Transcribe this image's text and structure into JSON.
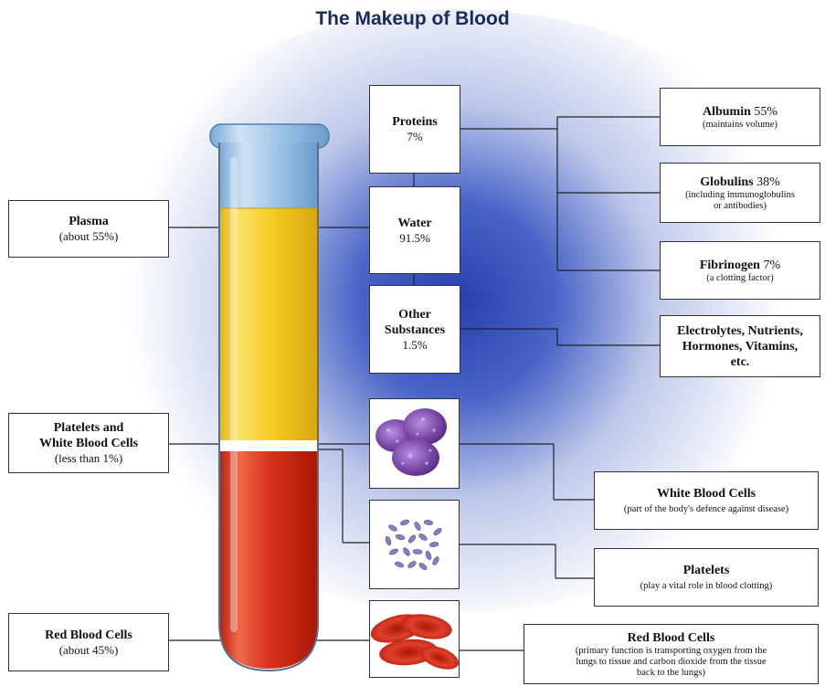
{
  "title": "The Makeup of Blood",
  "left": {
    "plasma": {
      "label": "Plasma",
      "sub": "(about 55%)"
    },
    "platelets_wbc": {
      "label_line1": "Platelets and",
      "label_line2": "White Blood Cells",
      "sub": "(less than 1%)"
    },
    "rbc": {
      "label": "Red Blood Cells",
      "sub": "(about 45%)"
    }
  },
  "middle": {
    "proteins": {
      "label": "Proteins",
      "value": "7%"
    },
    "water": {
      "label": "Water",
      "value": "91.5%"
    },
    "other": {
      "label_line1": "Other",
      "label_line2": "Substances",
      "value": "1.5%"
    }
  },
  "right": {
    "albumin": {
      "name": "Albumin",
      "pct": "55%",
      "desc": "(maintains volume)"
    },
    "globulins": {
      "name": "Globulins",
      "pct": "38%",
      "desc_line1": "(including immunoglobulins",
      "desc_line2": "or antibodies)"
    },
    "fibrinogen": {
      "name": "Fibrinogen",
      "pct": "7%",
      "desc": "(a clotting factor)"
    },
    "electrolytes": {
      "line1": "Electrolytes, Nutrients,",
      "line2": "Hormones, Vitamins,",
      "line3": "etc."
    },
    "wbc": {
      "label": "White Blood Cells",
      "desc": "(part of the body's defence against disease)"
    },
    "platelets": {
      "label": "Platelets",
      "desc": "(play a vital role in blood clotting)"
    },
    "rbc": {
      "label": "Red Blood Cells",
      "desc_line1": "(primary function is transporting oxygen from the",
      "desc_line2": "lungs to tissue and carbon dioxide from the tissue",
      "desc_line3": "back to the lungs)"
    }
  },
  "colors": {
    "plasma": "#f2cc1c",
    "red_cells": "#d8331c",
    "tube_top": "#9fc6e8",
    "glow": "#2a47b8",
    "wbc_cell": "#7a49a8",
    "platelet": "#8f7cc0"
  },
  "icons": [
    "white-blood-cell-illustration",
    "platelets-illustration",
    "red-blood-cells-illustration"
  ]
}
